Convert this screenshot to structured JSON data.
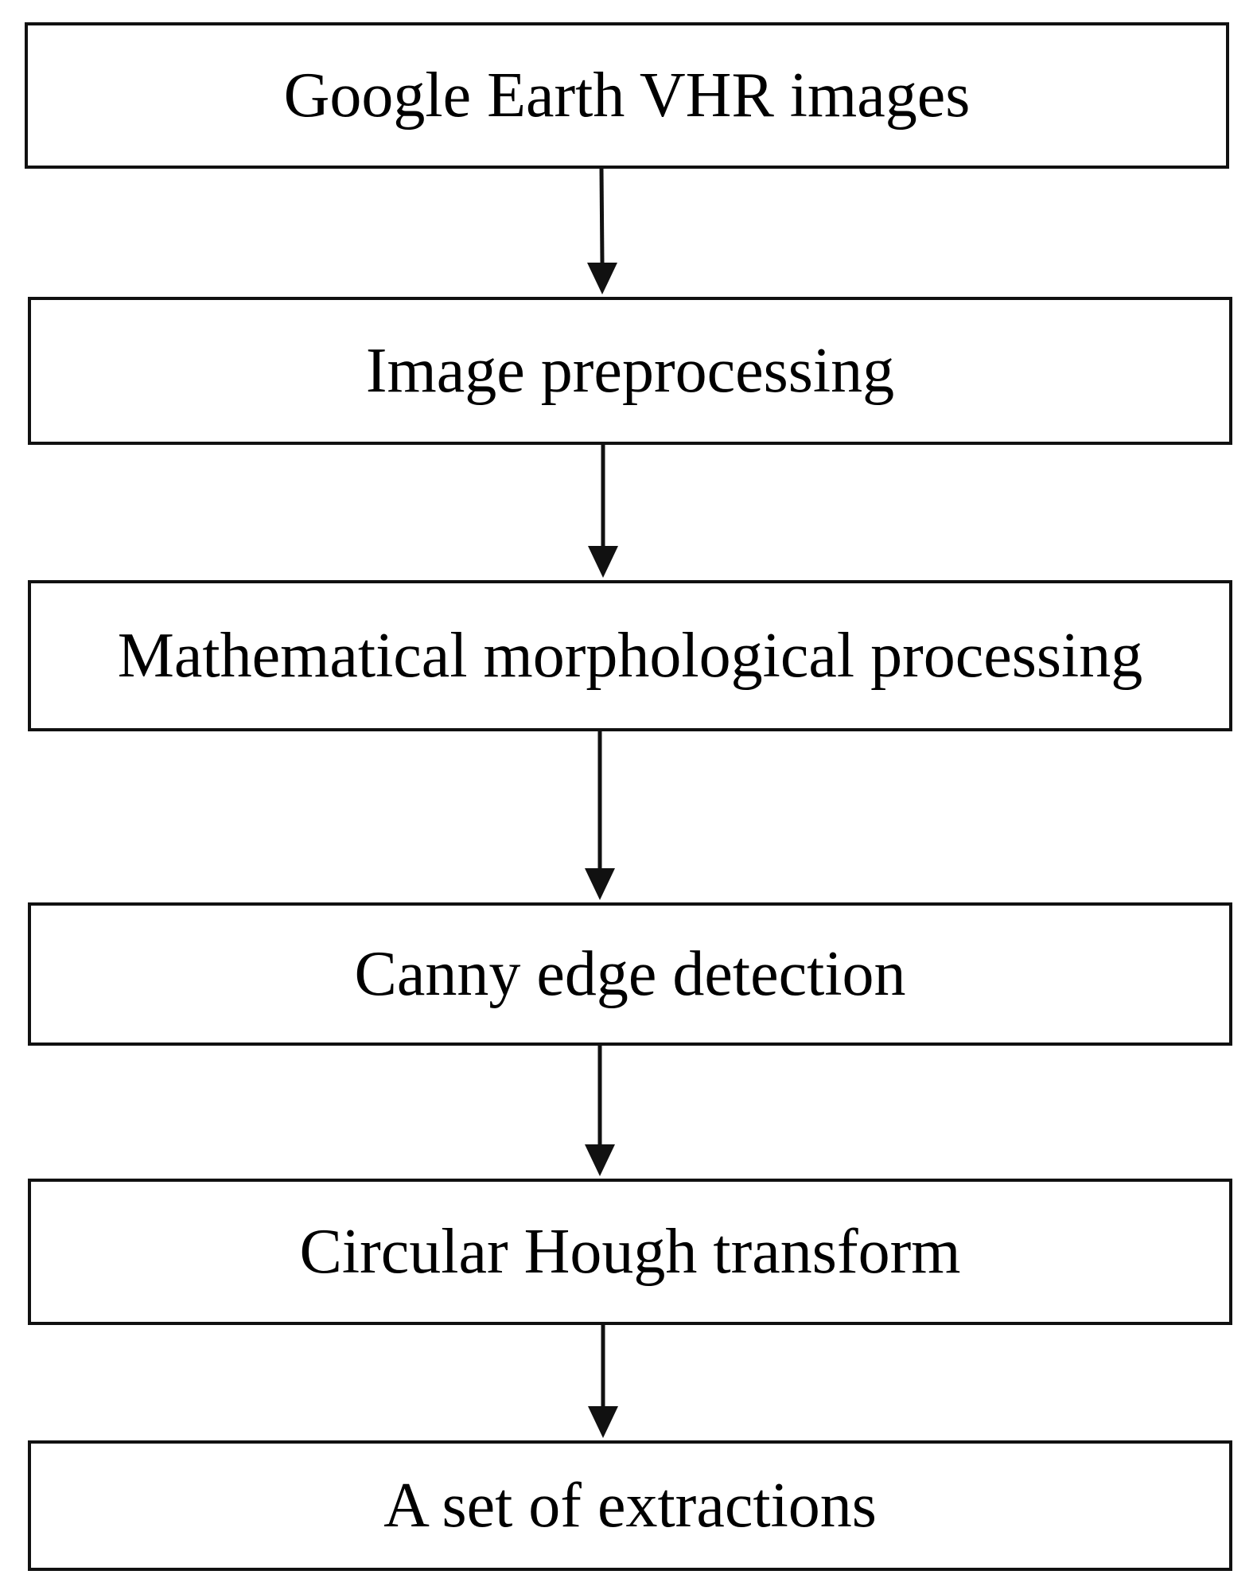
{
  "diagram": {
    "type": "flowchart",
    "direction": "top-to-bottom",
    "steps": [
      {
        "label": "Google Earth VHR images"
      },
      {
        "label": "Image preprocessing"
      },
      {
        "label": "Mathematical morphological processing"
      },
      {
        "label": "Canny edge detection"
      },
      {
        "label": "Circular Hough transform"
      },
      {
        "label": "A set of extractions"
      }
    ],
    "connections": [
      {
        "from": 0,
        "to": 1
      },
      {
        "from": 1,
        "to": 2
      },
      {
        "from": 2,
        "to": 3
      },
      {
        "from": 3,
        "to": 4
      },
      {
        "from": 4,
        "to": 5
      }
    ],
    "colors": {
      "stroke": "#111111",
      "text": "#000000",
      "background": "#ffffff"
    }
  }
}
